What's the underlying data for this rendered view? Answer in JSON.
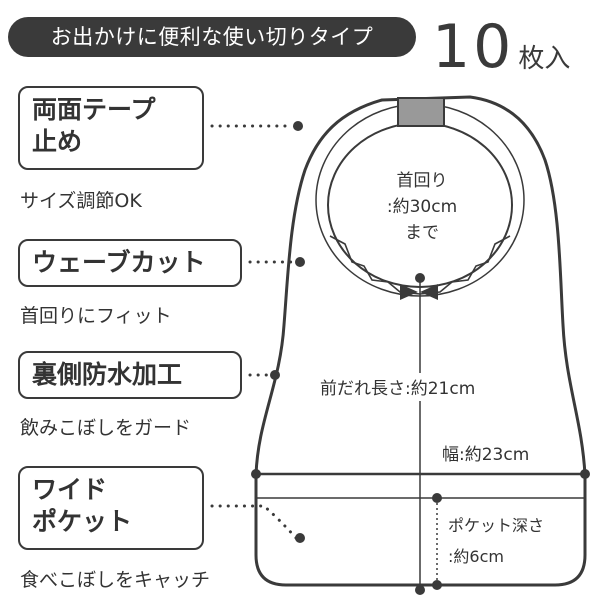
{
  "header": {
    "tagline": "お出かけに便利な使い切りタイプ",
    "count_number": "10",
    "count_unit": "枚入"
  },
  "features": [
    {
      "title_lines": [
        "両面テープ",
        "止め"
      ],
      "caption": "サイズ調節OK"
    },
    {
      "title_lines": [
        "ウェーブカット"
      ],
      "caption": "首回りにフィット"
    },
    {
      "title_lines": [
        "裏側防水加工"
      ],
      "caption": "飲みこぼしをガード"
    },
    {
      "title_lines": [
        "ワイド",
        "ポケット"
      ],
      "caption": "食べこぼしをキャッチ"
    }
  ],
  "measurements": {
    "neck_line1": "首回り",
    "neck_line2": ":約30cm",
    "neck_line3": "まで",
    "length": "前だれ長さ:約21cm",
    "width": "幅:約23cm",
    "pocket_line1": "ポケット深さ",
    "pocket_line2": ":約6cm"
  },
  "colors": {
    "outline": "#3a3a3a",
    "tape": "#999999",
    "pill_bg": "#3a3a3a",
    "pill_text": "#ffffff"
  }
}
